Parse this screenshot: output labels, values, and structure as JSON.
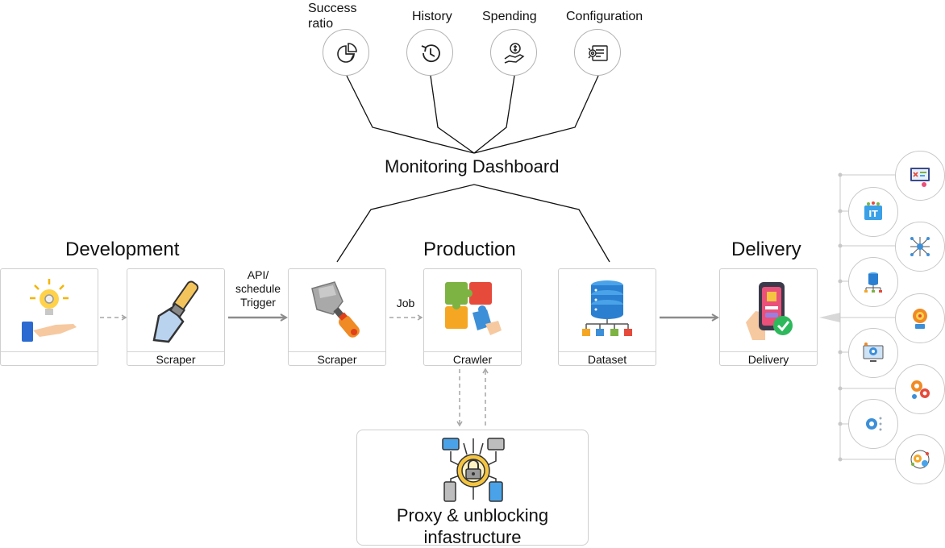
{
  "monitoring": {
    "title": "Monitoring Dashboard",
    "items": [
      {
        "label": "Success ratio",
        "icon": "pie-chart-icon"
      },
      {
        "label": "History",
        "icon": "history-icon"
      },
      {
        "label": "Spending",
        "icon": "spending-icon"
      },
      {
        "label": "Configuration",
        "icon": "configuration-icon"
      }
    ]
  },
  "sections": {
    "development": "Development",
    "production": "Production",
    "delivery": "Delivery"
  },
  "cards": {
    "idea": {
      "caption": "",
      "icon": "idea-hand-icon"
    },
    "dev_scraper": {
      "caption": "Scraper",
      "icon": "scraper-icon"
    },
    "prod_scraper": {
      "caption": "Scraper",
      "icon": "scraper-icon"
    },
    "crawler": {
      "caption": "Crawler",
      "icon": "puzzle-icon"
    },
    "dataset": {
      "caption": "Dataset",
      "icon": "database-icon"
    },
    "delivery": {
      "caption": "Delivery",
      "icon": "phone-delivery-icon"
    }
  },
  "arrow_labels": {
    "trigger_line1": "API/",
    "trigger_line2": "schedule",
    "trigger_line3": "Trigger",
    "job": "Job"
  },
  "proxy": {
    "title_line1": "Proxy & unblocking",
    "title_line2": "infastructure",
    "icon": "network-lock-icon"
  },
  "delivery_targets": [
    {
      "icon": "dashboard-icon"
    },
    {
      "icon": "it-icon"
    },
    {
      "icon": "network-hub-icon"
    },
    {
      "icon": "database-network-icon"
    },
    {
      "icon": "settings-idea-icon"
    },
    {
      "icon": "monitor-settings-icon"
    },
    {
      "icon": "gears-icon"
    },
    {
      "icon": "gear-dots-icon"
    },
    {
      "icon": "cloud-network-icon"
    }
  ],
  "colors": {
    "line": "#111111",
    "arrow": "#8c8c8c",
    "dashed": "#a6a6a6",
    "border": "#cfcfcf"
  }
}
